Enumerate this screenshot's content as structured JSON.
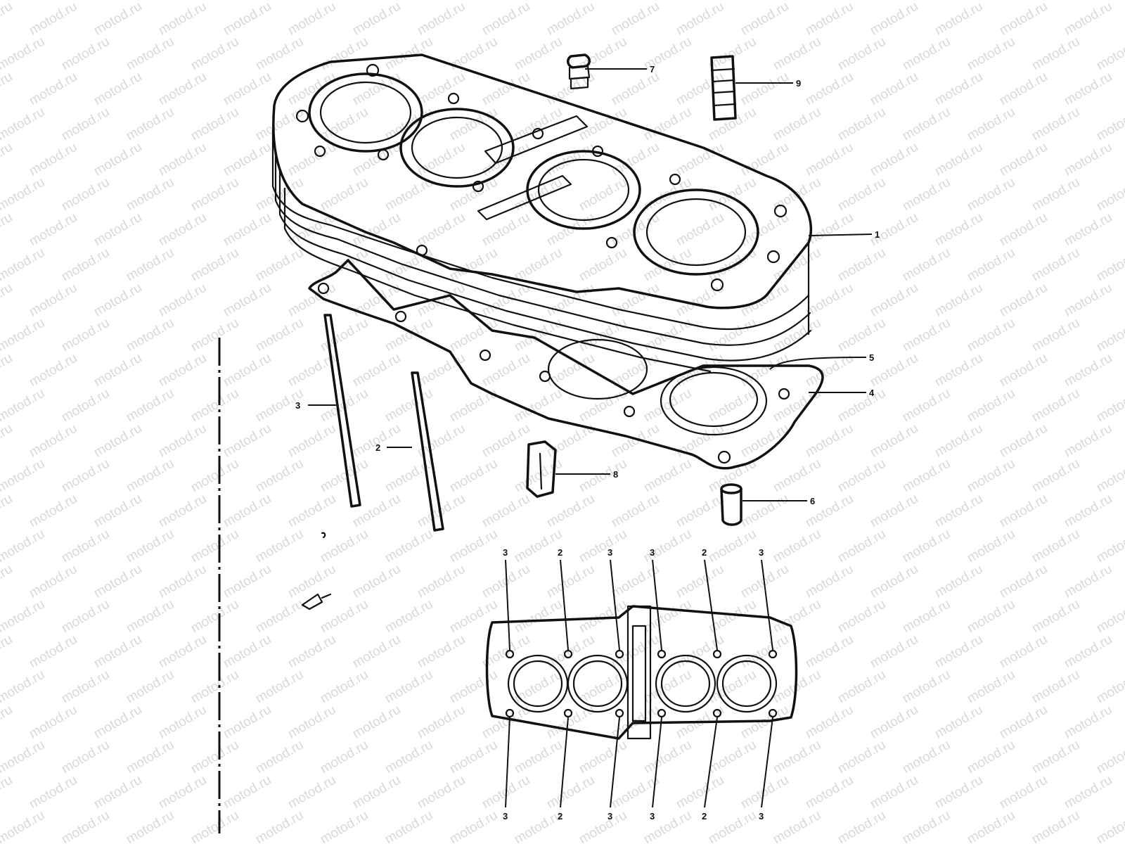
{
  "watermark": {
    "text": "motod.ru",
    "color": "#d6d6d6"
  },
  "parts": [
    {
      "no": "1"
    },
    {
      "no": "2"
    },
    {
      "no": "3"
    },
    {
      "no": "4"
    },
    {
      "no": "5"
    },
    {
      "no": "6"
    },
    {
      "no": "7"
    },
    {
      "no": "8"
    },
    {
      "no": "9"
    }
  ],
  "stud_map": {
    "top_row": [
      "3",
      "2",
      "3",
      "3",
      "2",
      "3"
    ],
    "bottom_row": [
      "3",
      "2",
      "3",
      "3",
      "2",
      "3"
    ]
  },
  "colors": {
    "line": "#111111",
    "paper": "#ffffff"
  }
}
